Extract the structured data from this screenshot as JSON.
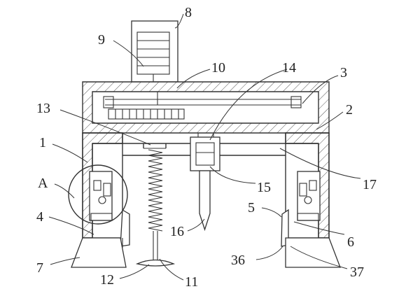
{
  "labels": {
    "l1": "1",
    "l2": "2",
    "l3": "3",
    "l4": "4",
    "l5": "5",
    "l6": "6",
    "l7": "7",
    "l8": "8",
    "l9": "9",
    "l10": "10",
    "l11": "11",
    "l12": "12",
    "l13": "13",
    "l14": "14",
    "l15": "15",
    "l16": "16",
    "l17": "17",
    "l36": "36",
    "l37": "37",
    "lA": "A"
  }
}
